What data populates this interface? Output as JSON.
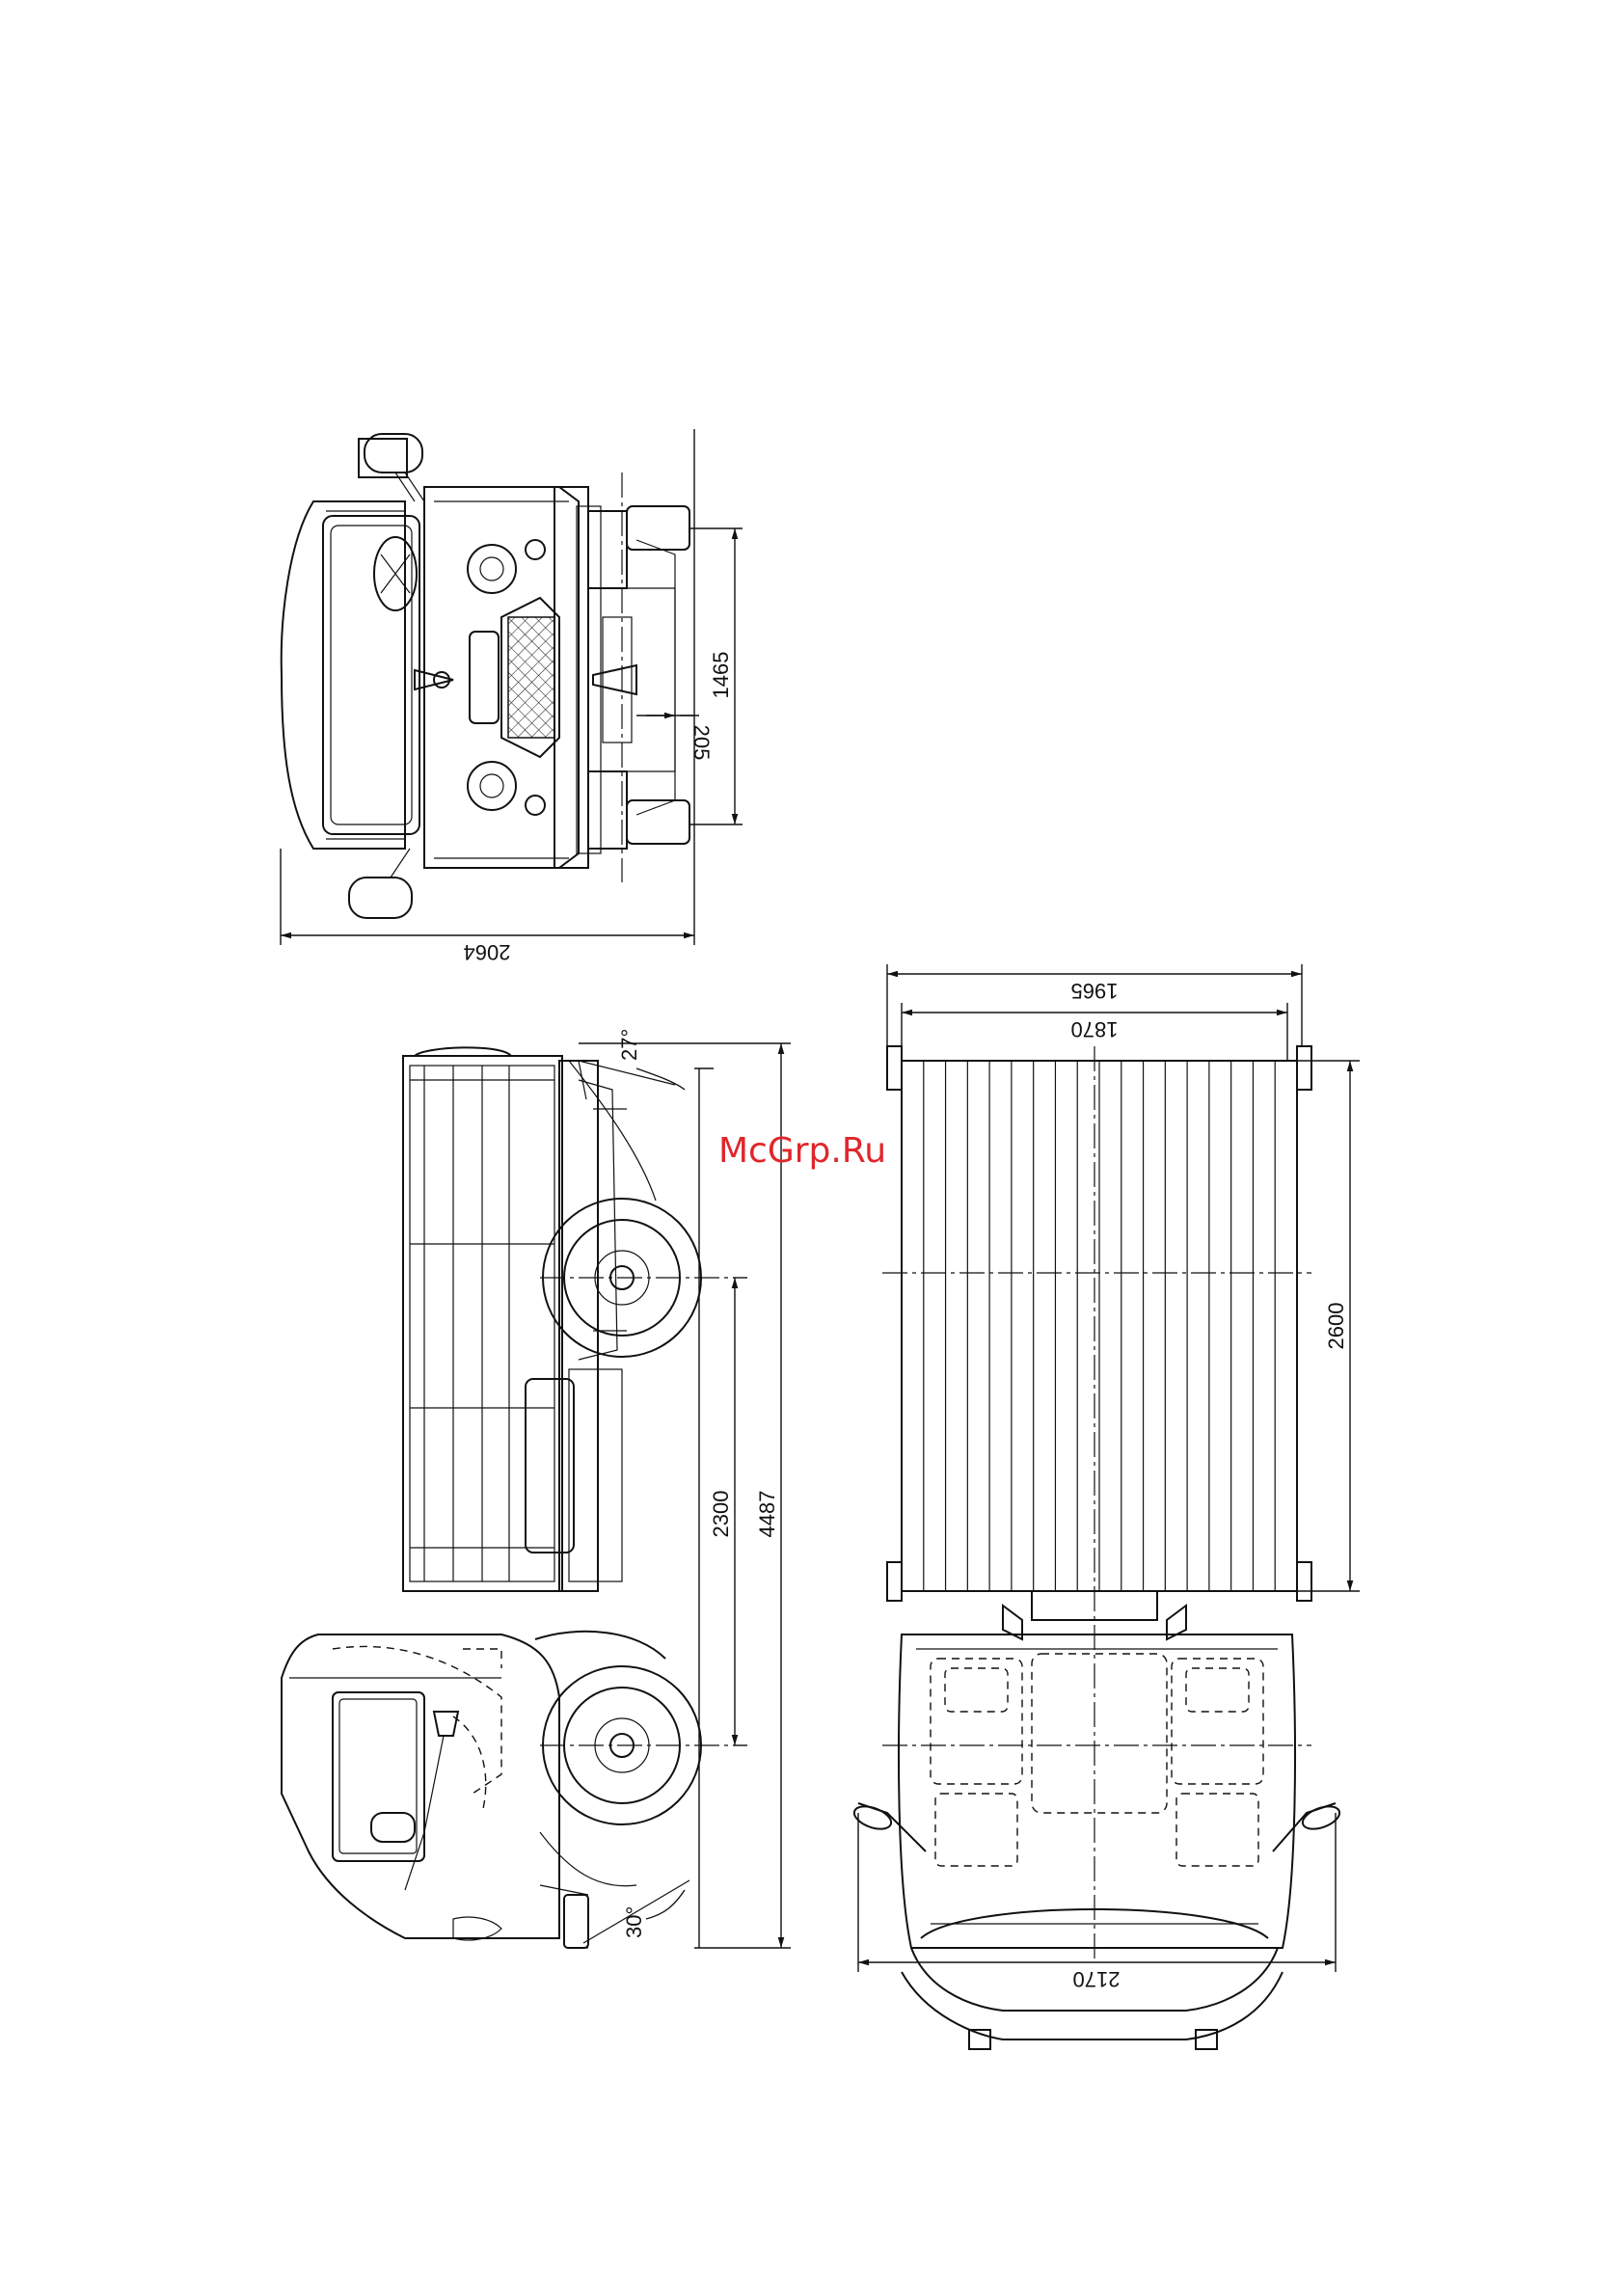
{
  "watermark": "McGrp.Ru",
  "dimensions": {
    "front_track": "1465",
    "ground_clearance": "205",
    "overall_width_front": "2064",
    "body_width_outer": "1965",
    "body_width_inner": "1870",
    "body_length": "2600",
    "wheelbase": "2300",
    "overall_length": "4487",
    "overall_width_mirrors": "2170",
    "departure_angle": "27°",
    "approach_angle": "30°"
  },
  "colors": {
    "line": "#111111",
    "watermark": "#e0262a",
    "background": "#ffffff"
  }
}
